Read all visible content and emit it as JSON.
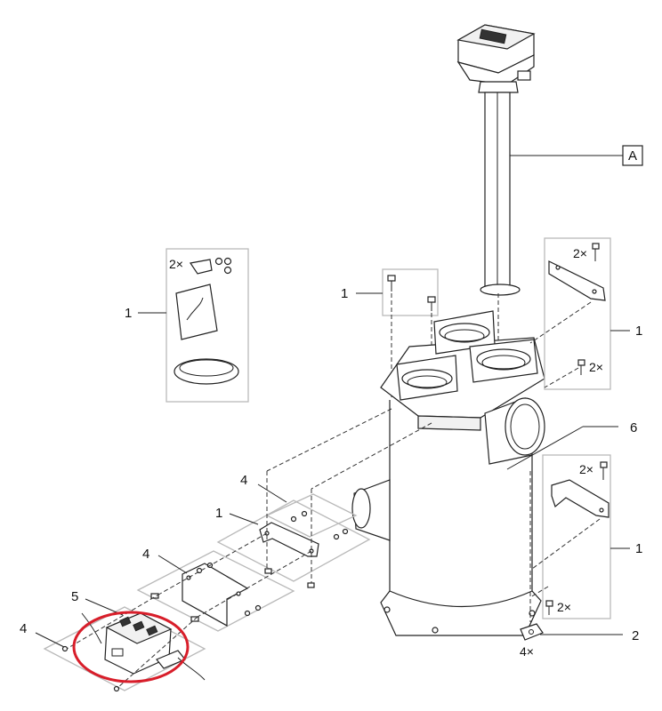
{
  "callouts": {
    "c1_kit": "1",
    "c1_bolts": "1",
    "c1_right_top": "1",
    "c1_right_bottom": "1",
    "c1_bracket": "1",
    "c2": "2",
    "c4_top": "4",
    "c4_mid": "4",
    "c4_left": "4",
    "c5": "5",
    "c6": "6",
    "ref_a": "A"
  },
  "quantities": {
    "kit_screws": "2×",
    "right_top_screws": "2×",
    "right_top_lower": "2×",
    "right_bottom_screws": "2×",
    "right_bottom_lower": "2×",
    "feet": "4×"
  },
  "highlight": {
    "color": "#d81e2a",
    "target": "item-5-ignition-module"
  }
}
